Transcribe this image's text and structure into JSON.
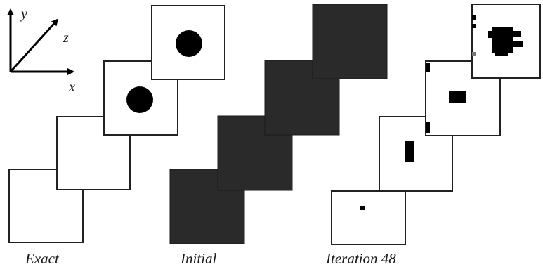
{
  "axes": {
    "x": "x",
    "y": "y",
    "z": "z"
  },
  "panels": [
    {
      "label": "Exact"
    },
    {
      "label": "Initial"
    },
    {
      "label": "Iteration 48"
    }
  ],
  "colors": {
    "ink": "#000000",
    "dark_fill": "#2a2a2a",
    "light_fill": "#ffffff"
  }
}
